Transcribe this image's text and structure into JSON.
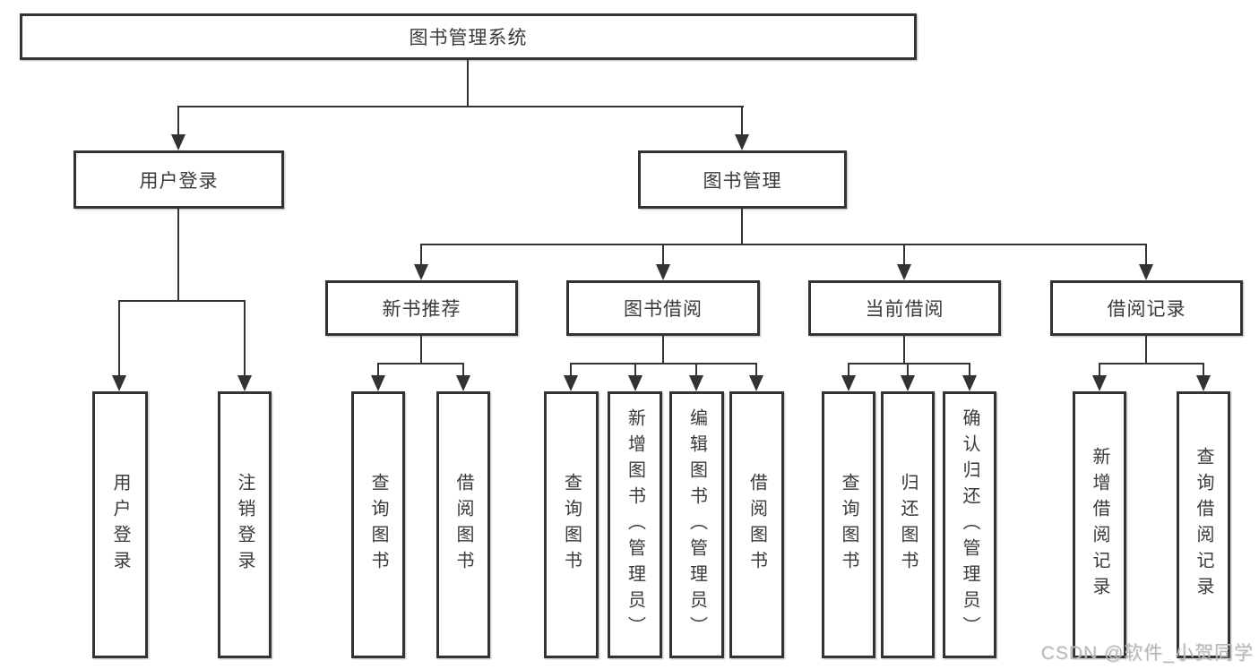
{
  "diagram": {
    "title_node": "图书管理系统",
    "level2": [
      {
        "label": "用户登录"
      },
      {
        "label": "图书管理"
      }
    ],
    "level3": [
      {
        "label": "新书推荐",
        "parent": "图书管理"
      },
      {
        "label": "图书借阅",
        "parent": "图书管理"
      },
      {
        "label": "当前借阅",
        "parent": "图书管理"
      },
      {
        "label": "借阅记录",
        "parent": "图书管理"
      }
    ],
    "leaves": [
      {
        "label": "用户登录",
        "parent": "用户登录"
      },
      {
        "label": "注销登录",
        "parent": "用户登录"
      },
      {
        "label": "查询图书",
        "parent": "新书推荐"
      },
      {
        "label": "借阅图书",
        "parent": "新书推荐"
      },
      {
        "label": "查询图书",
        "parent": "图书借阅"
      },
      {
        "label": "新增图书（管理员）",
        "parent": "图书借阅"
      },
      {
        "label": "编辑图书（管理员）",
        "parent": "图书借阅"
      },
      {
        "label": "借阅图书",
        "parent": "图书借阅"
      },
      {
        "label": "查询图书",
        "parent": "当前借阅"
      },
      {
        "label": "归还图书",
        "parent": "当前借阅"
      },
      {
        "label": "确认归还（管理员）",
        "parent": "当前借阅"
      },
      {
        "label": "新增借阅记录",
        "parent": "借阅记录"
      },
      {
        "label": "查询借阅记录",
        "parent": "借阅记录"
      }
    ],
    "watermark": "CSDN @软件_小贺同学",
    "colors": {
      "line": "#333333",
      "text": "#3a3a3a",
      "watermark": "#b8b8b8",
      "background": "#ffffff"
    }
  }
}
